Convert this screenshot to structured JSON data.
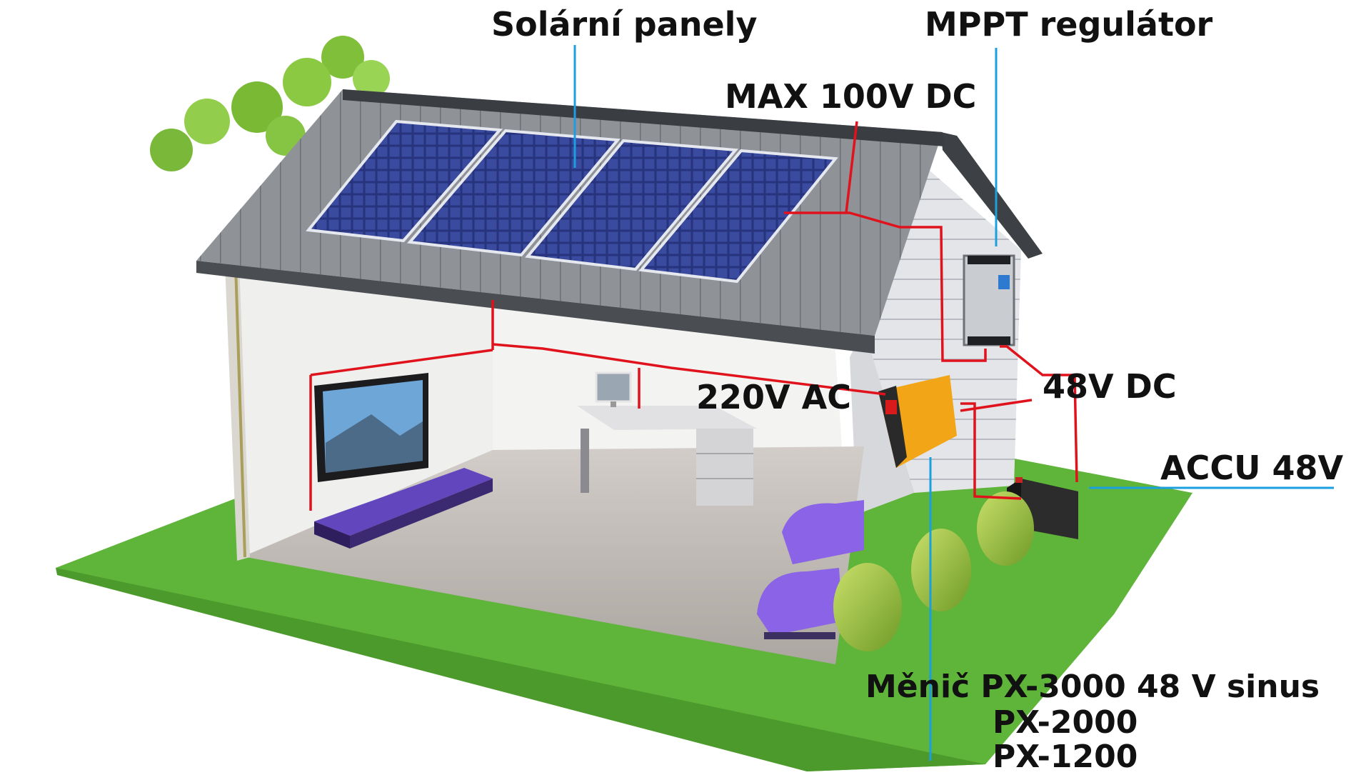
{
  "labels": {
    "solar_panels": "Solární panely",
    "mppt": "MPPT regulátor",
    "max_dc": "MAX 100V DC",
    "ac": "220V AC",
    "dc48": "48V DC",
    "accu": "ACCU 48V",
    "inverter_line1": "Měnič PX-3000 48 V sinus",
    "inverter_line2": "PX-2000",
    "inverter_line3": "PX-1200"
  },
  "colors": {
    "wire": "#e0121c",
    "leader": "#1a9fe0",
    "grass": "#5fb43a",
    "roof": "#8e9196",
    "panel": "#24307a",
    "furniture": "#7d5fd8"
  }
}
